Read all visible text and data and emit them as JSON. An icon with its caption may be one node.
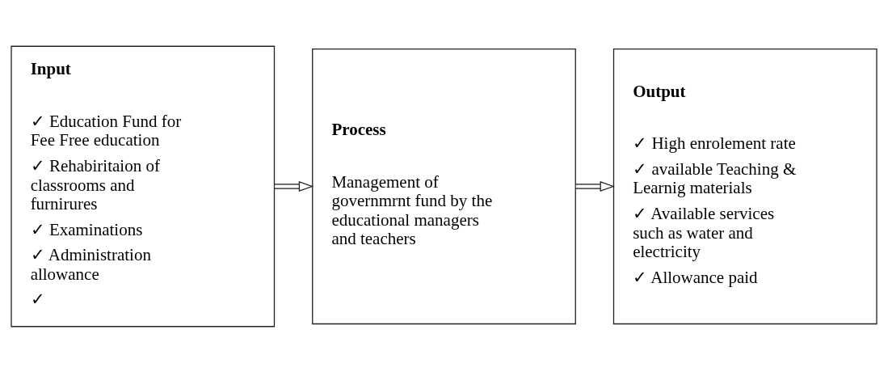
{
  "diagram": {
    "nodes": [
      {
        "text": [
          "Input",
          "✓ Education Fund for Fee Free education",
          "✓ Rehabiritaion of classrooms and furnirures",
          "✓ Examinations",
          "✓ Administration allowance",
          "✓"
        ]
      },
      {
        "text": [
          "Process",
          "Management of governmrnt fund by the educational managers and teachers"
        ]
      },
      {
        "text": [
          "Output",
          "✓ High enrolement rate",
          "✓ available Teaching & Learnig materials",
          "✓ Available services such as water and electricity",
          "✓ Allowance paid"
        ]
      }
    ],
    "edges": [
      {
        "from": 0,
        "to": 1,
        "arrow": "to"
      },
      {
        "from": 1,
        "to": 2,
        "arrow": "to"
      }
    ]
  }
}
